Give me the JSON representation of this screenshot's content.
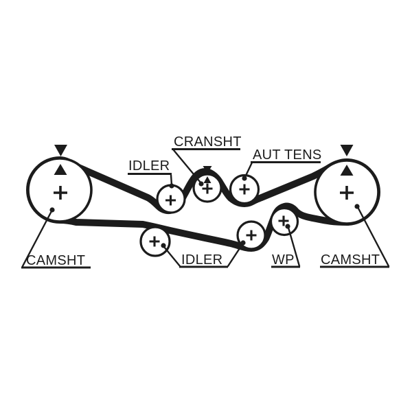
{
  "diagram": {
    "type": "timing-belt-routing",
    "background_color": "#ffffff",
    "ink_color": "#1c1c1c",
    "labels": {
      "camshaft_left": "CAMSHT",
      "idler_top": "IDLER",
      "crankshaft": "CRANSHT",
      "auto_tensioner": "AUT TENS",
      "idler_bottom": "IDLER",
      "water_pump": "WP",
      "camshaft_right": "CAMSHT"
    },
    "symbols": {
      "pulley_center_cross": "+",
      "timing_mark_outer": "▼",
      "timing_mark_inner": "▲"
    }
  }
}
